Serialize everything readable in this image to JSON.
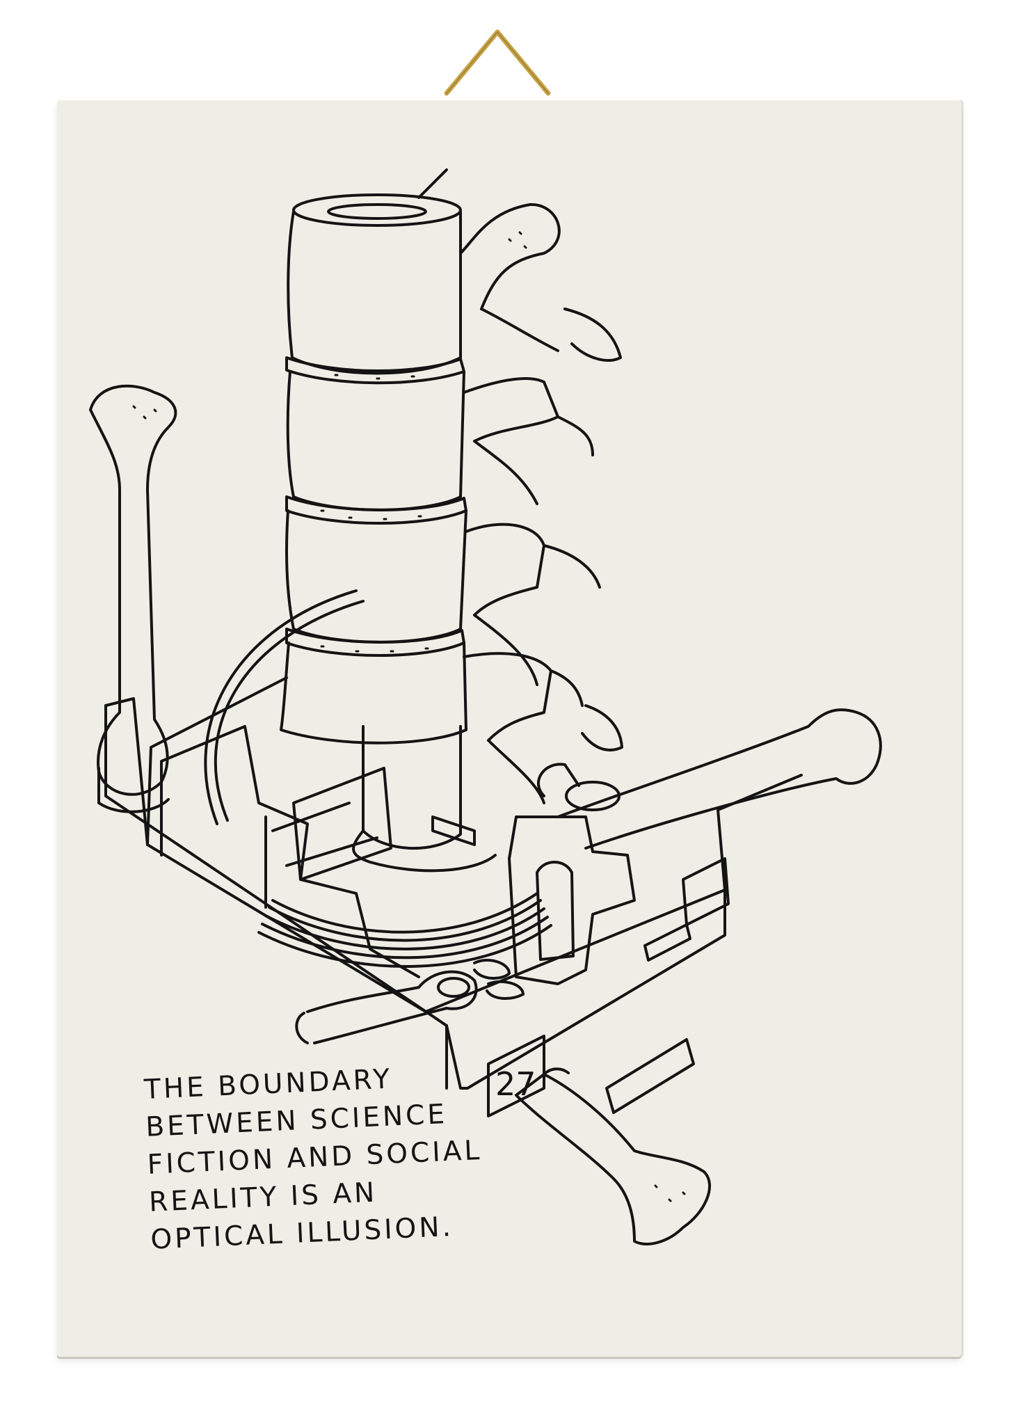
{
  "artwork": {
    "drawing_subject": "vertebrae-spine-on-hard-drive-with-bones",
    "ink_color": "#141414",
    "paper_color": "#efeee6",
    "hanger_color": "#c9a64a",
    "drive_label_number": "27"
  },
  "caption": {
    "lines": [
      "THE BOUNDARY",
      "BETWEEN SCIENCE",
      "FICTION AND SOCIAL",
      "REALITY IS AN",
      "OPTICAL ILLUSION."
    ]
  }
}
